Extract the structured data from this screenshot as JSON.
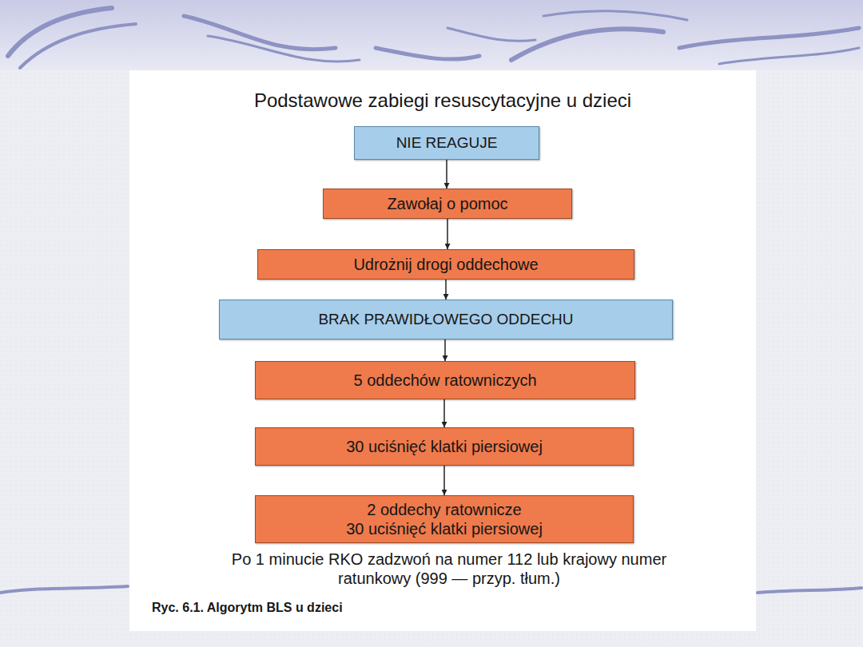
{
  "diagram": {
    "title": "Podstawowe zabiegi resuscytacyjne u dzieci",
    "caption": "Ryc. 6.1. Algorytm BLS u dzieci",
    "nodes": [
      {
        "text": [
          "NIE REAGUJE"
        ]
      },
      {
        "text": [
          "Zawołaj o pomoc"
        ]
      },
      {
        "text": [
          "Udrożnij drogi oddechowe"
        ]
      },
      {
        "text": [
          "BRAK PRAWIDŁOWEGO ODDECHU"
        ]
      },
      {
        "text": [
          "5 oddechów ratowniczych"
        ]
      },
      {
        "text": [
          "30 uciśnięć klatki piersiowej"
        ]
      },
      {
        "text": [
          "2 oddechy ratownicze",
          "30 uciśnięć klatki piersiowej"
        ]
      }
    ],
    "edges": [
      {
        "from": 0,
        "to": 1,
        "arrow": "to"
      },
      {
        "from": 1,
        "to": 2,
        "arrow": "to"
      },
      {
        "from": 2,
        "to": 3,
        "arrow": "to"
      },
      {
        "from": 3,
        "to": 4,
        "arrow": "to"
      },
      {
        "from": 4,
        "to": 5,
        "arrow": "to"
      },
      {
        "from": 5,
        "to": 6,
        "arrow": "to"
      }
    ],
    "labels": [
      "Po 1 minucie RKO zadzwoń na numer 112 lub krajowy numer ratunkowy (999 — przyp. tłum.)"
    ]
  }
}
